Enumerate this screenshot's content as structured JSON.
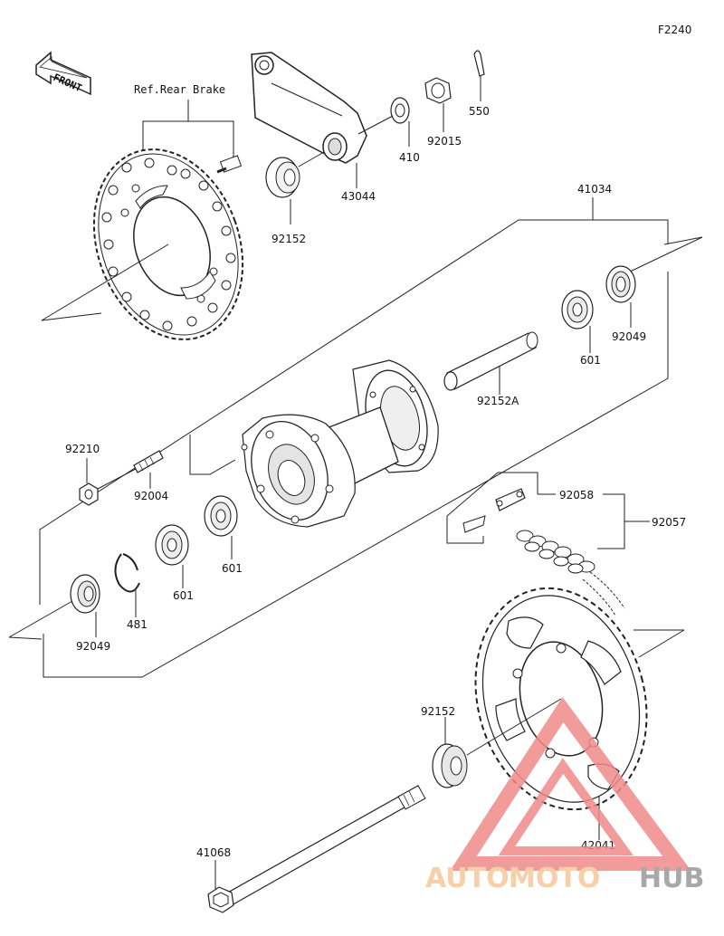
{
  "figure_id": "F2240",
  "front_arrow_text": "FRONT",
  "ref_label": "Ref.Rear Brake",
  "parts": {
    "p550": "550",
    "p92015": "92015",
    "p410": "410",
    "p43044": "43044",
    "p92152_top": "92152",
    "p41034": "41034",
    "p92049_right": "92049",
    "p601_right": "601",
    "p92152A": "92152A",
    "p92210": "92210",
    "p92004": "92004",
    "p601_mid": "601",
    "p601_left": "601",
    "p481": "481",
    "p92049_left": "92049",
    "p92058": "92058",
    "p92057": "92057",
    "p92152_bottom": "92152",
    "p41068": "41068",
    "p42041": "42041"
  },
  "watermark": {
    "brand_a": "AUTO",
    "brand_b": "MOTO",
    "brand_c": "HUB",
    "color_primary": "#f5c89a",
    "color_secondary": "#9a9a9a",
    "triangle_color": "#f08a8a"
  }
}
